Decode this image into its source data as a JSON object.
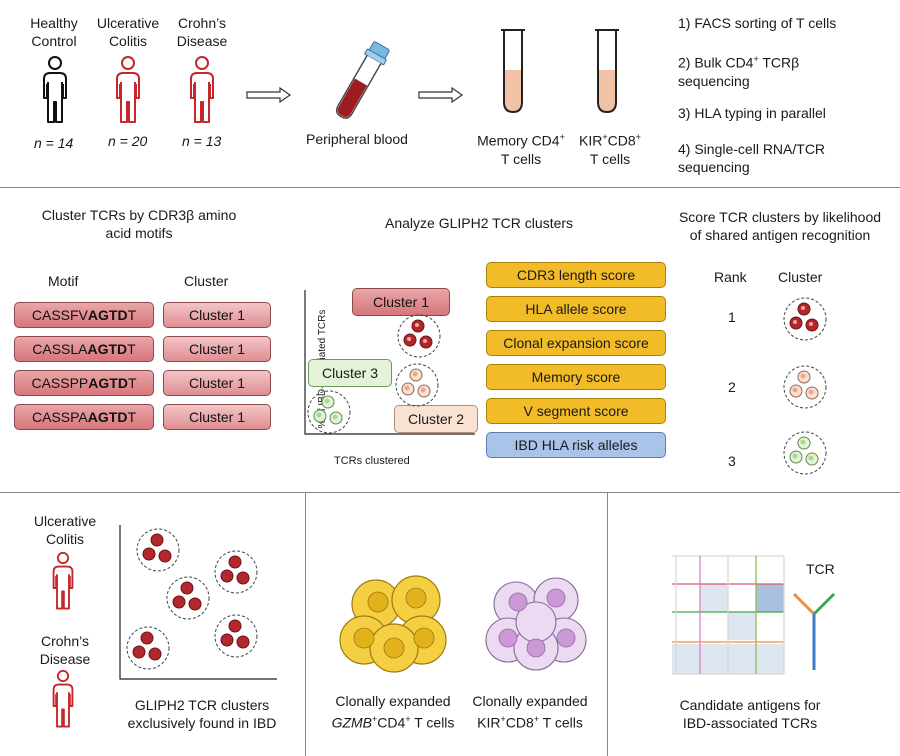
{
  "panel1": {
    "groups": [
      {
        "name_line1": "Healthy",
        "name_line2": "Control",
        "n": "n = 14",
        "color": "#111111"
      },
      {
        "name_line1": "Ulcerative",
        "name_line2": "Colitis",
        "n": "n = 20",
        "color": "#c3282b"
      },
      {
        "name_line1": "Crohn’s",
        "name_line2": "Disease",
        "n": "n = 13",
        "color": "#c3282b"
      }
    ],
    "blood_label": "Peripheral blood",
    "tube1_label_a": "Memory CD4",
    "tube1_label_sup": "+",
    "tube1_label_b": "T cells",
    "tube2_label_a": "KIR",
    "tube2_label_sup1": "+",
    "tube2_label_mid": "CD8",
    "tube2_label_sup2": "+",
    "tube2_label_b": "T cells",
    "steps": {
      "s1": "1) FACS sorting of T cells",
      "s2a": "2) Bulk CD4",
      "s2sup": "+",
      "s2b": " TCRβ",
      "s2c": "sequencing",
      "s3": "3) HLA typing in parallel",
      "s4a": "4) Single-cell RNA/TCR",
      "s4b": "sequencing"
    }
  },
  "panel2": {
    "left_title_1": "Cluster TCRs by CDR3β amino",
    "left_title_2": "acid motifs",
    "motif_header": "Motif",
    "cluster_header": "Cluster",
    "motifs": [
      {
        "prefix": "CASSFV",
        "bold": "AGTD",
        "suffix": "T",
        "cluster": "Cluster 1"
      },
      {
        "prefix": "CASSLA",
        "bold": "AGTD",
        "suffix": "T",
        "cluster": "Cluster 1"
      },
      {
        "prefix": "CASSPP",
        "bold": "AGTD",
        "suffix": "T",
        "cluster": "Cluster 1"
      },
      {
        "prefix": "CASSPA",
        "bold": "AGTD",
        "suffix": "T",
        "cluster": "Cluster 1"
      }
    ],
    "mid_title": "Analyze GLIPH2 TCR clusters",
    "y_axis_label": "% of IBD-associated TCRs",
    "x_axis_label": "TCRs clustered",
    "plot_clusters": [
      "Cluster 1",
      "Cluster 3",
      "Cluster 2"
    ],
    "scores": [
      "CDR3 length score",
      "HLA allele score",
      "Clonal expansion score",
      "Memory score",
      "V segment score",
      "IBD HLA risk alleles"
    ],
    "right_title_1": "Score TCR clusters by likelihood",
    "right_title_2": "of shared antigen recognition",
    "rank_header": "Rank",
    "rank_cluster_header": "Cluster",
    "ranks": [
      "1",
      "2",
      "3"
    ]
  },
  "panel3": {
    "uc_1": "Ulcerative",
    "uc_2": "Colitis",
    "cd_1": "Crohn’s",
    "cd_2": "Disease",
    "scatter_caption_1": "GLIPH2 TCR clusters",
    "scatter_caption_2": "exclusively found in IBD",
    "cd4_caption_1": "Clonally expanded",
    "cd4_caption_gene": "GZMB",
    "cd4_caption_sup": "+",
    "cd4_caption_rest": "CD4",
    "cd4_caption_sup2": "+",
    "cd4_caption_tail": " T cells",
    "cd8_caption_1": "Clonally expanded",
    "cd8_caption_a": "KIR",
    "cd8_caption_sup": "+",
    "cd8_caption_b": "CD8",
    "cd8_caption_sup2": "+",
    "cd8_caption_tail": " T cells",
    "tcr_label": "TCR",
    "antigen_caption_1": "Candidate antigens for",
    "antigen_caption_2": "IBD-associated TCRs"
  }
}
